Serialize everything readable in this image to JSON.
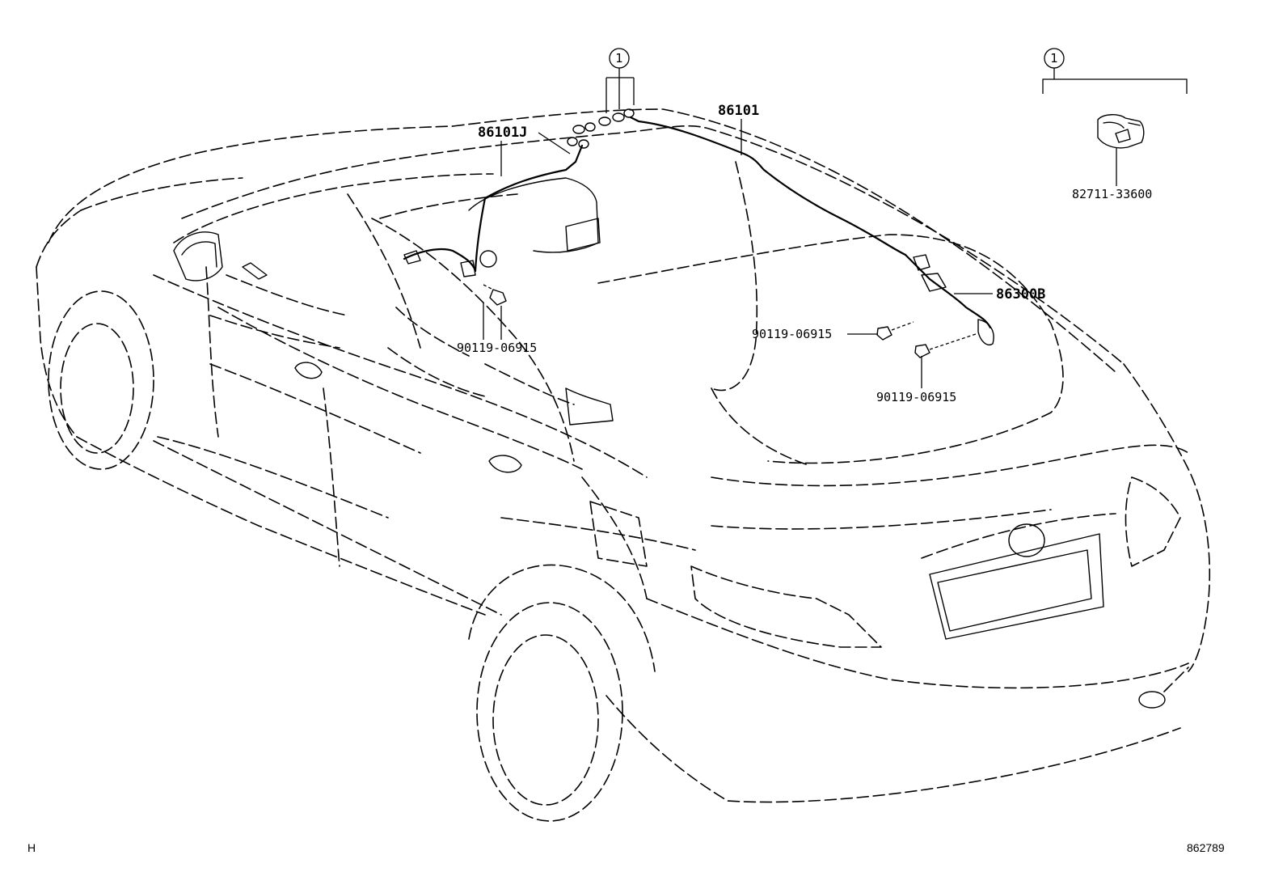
{
  "labels": {
    "callout_1_left": "1",
    "callout_1_right": "1",
    "p86101": "86101",
    "p86101J": "86101J",
    "p82711": "82711-33600",
    "p86300B": "86300B",
    "p90119_a": "90119-06915",
    "p90119_b": "90119-06915",
    "p90119_c": "90119-06915"
  },
  "corner": {
    "left_code": "H",
    "right_code": "862789"
  }
}
